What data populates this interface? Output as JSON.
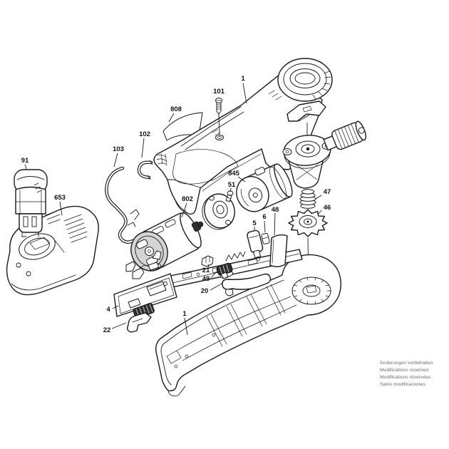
{
  "diagram_title": "",
  "colors": {
    "background": "#ffffff",
    "line": "#1a1a1a",
    "label_text": "#111111",
    "footer_text": "#6e6e6e",
    "dark_part": "#2f2f2f",
    "shade": "#d4d4d4"
  },
  "callouts": [
    {
      "part": "upper-housing",
      "label": "1"
    },
    {
      "part": "screw",
      "label": "101"
    },
    {
      "part": "sticker",
      "label": "808"
    },
    {
      "part": "clip",
      "label": "102"
    },
    {
      "part": "wire-bail",
      "label": "103"
    },
    {
      "part": "battery-pack",
      "label": "91"
    },
    {
      "part": "charger",
      "label": "653"
    },
    {
      "part": "motor",
      "label": "802"
    },
    {
      "part": "rotor-assembly",
      "label": "845"
    },
    {
      "part": "screw-small",
      "label": "51"
    },
    {
      "part": "spring",
      "label": "47"
    },
    {
      "part": "gear",
      "label": "46"
    },
    {
      "part": "switch",
      "label": "5"
    },
    {
      "part": "clamp",
      "label": "6"
    },
    {
      "part": "cover-plate",
      "label": "48"
    },
    {
      "part": "contact",
      "label": "21"
    },
    {
      "part": "switch-knob",
      "label": "49"
    },
    {
      "part": "lever",
      "label": "20"
    },
    {
      "part": "switch-plate",
      "label": "4"
    },
    {
      "part": "bracket",
      "label": "22"
    },
    {
      "part": "lower-housing",
      "label": "1"
    }
  ],
  "footer": {
    "lines": [
      "Änderungen vorbehalten",
      "Modifications reserved",
      "Modifications réservées",
      "Salvo modificaciones"
    ]
  }
}
